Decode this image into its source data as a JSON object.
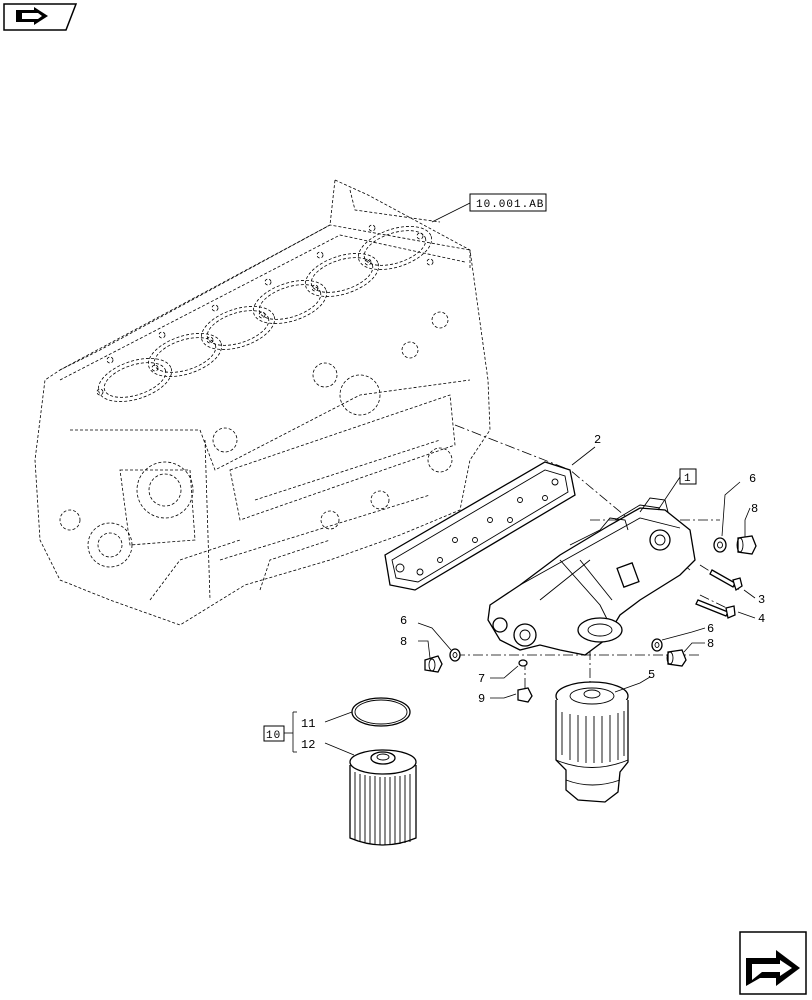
{
  "navigation": {
    "prev_icon": "back-arrow-icon",
    "next_icon": "next-page-arrow-icon"
  },
  "references": {
    "engine_block": "10.001.AB",
    "oil_filter_support": "1",
    "filter_group": "10"
  },
  "callouts": [
    {
      "id": "c2",
      "text": "2"
    },
    {
      "id": "c3",
      "text": "3"
    },
    {
      "id": "c4",
      "text": "4"
    },
    {
      "id": "c5",
      "text": "5"
    },
    {
      "id": "c6a",
      "text": "6"
    },
    {
      "id": "c8a",
      "text": "8"
    },
    {
      "id": "c6b",
      "text": "6"
    },
    {
      "id": "c8b",
      "text": "8"
    },
    {
      "id": "c6c",
      "text": "6"
    },
    {
      "id": "c8c",
      "text": "8"
    },
    {
      "id": "c7",
      "text": "7"
    },
    {
      "id": "c9",
      "text": "9"
    },
    {
      "id": "c11",
      "text": "11"
    },
    {
      "id": "c12",
      "text": "12"
    }
  ],
  "colors": {
    "line": "#000000",
    "background": "#ffffff"
  }
}
